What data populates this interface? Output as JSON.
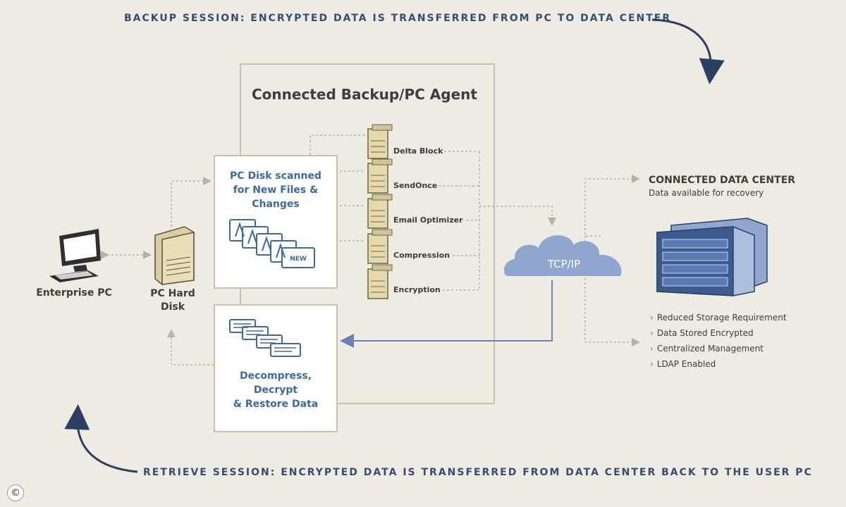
{
  "sessions": {
    "backup": "BACKUP SESSION: ENCRYPTED DATA IS TRANSFERRED FROM PC TO DATA CENTER",
    "retrieve": "RETRIEVE SESSION: ENCRYPTED DATA IS TRANSFERRED FROM DATA CENTER BACK TO THE USER PC"
  },
  "agent": {
    "title": "Connected Backup/PC Agent",
    "scan_lines": [
      "PC Disk scanned",
      "for New Files &",
      "Changes"
    ],
    "new_badge": "NEW",
    "restore_lines": [
      "Decompress,",
      "Decrypt",
      "& Restore Data"
    ],
    "modules": [
      "Delta Block",
      "SendOnce",
      "Email Optimizer",
      "Compression",
      "Encryption"
    ]
  },
  "nodes": {
    "enterprise_pc": "Enterprise PC",
    "hard_disk_lines": [
      "PC Hard",
      "Disk"
    ],
    "network": "TCP/IP"
  },
  "data_center": {
    "title": "CONNECTED DATA CENTER",
    "subtitle": "Data available for recovery",
    "features": [
      "Reduced Storage Requirement",
      "Data Stored Encrypted",
      "Centralized Management",
      "LDAP Enabled"
    ]
  },
  "colors": {
    "accent_blue": "#3d68a6",
    "navy_text": "#354c74",
    "cloud": "#8fa7cf",
    "connector": "#b7b2a3",
    "box_border": "#c7c2ac"
  },
  "icons": [
    "monitor-icon",
    "hard-disk-icon",
    "server-module-icon",
    "document-stack-icon",
    "cloud-icon",
    "server-rack-icon",
    "curved-arrow-icon",
    "copyright-icon"
  ]
}
